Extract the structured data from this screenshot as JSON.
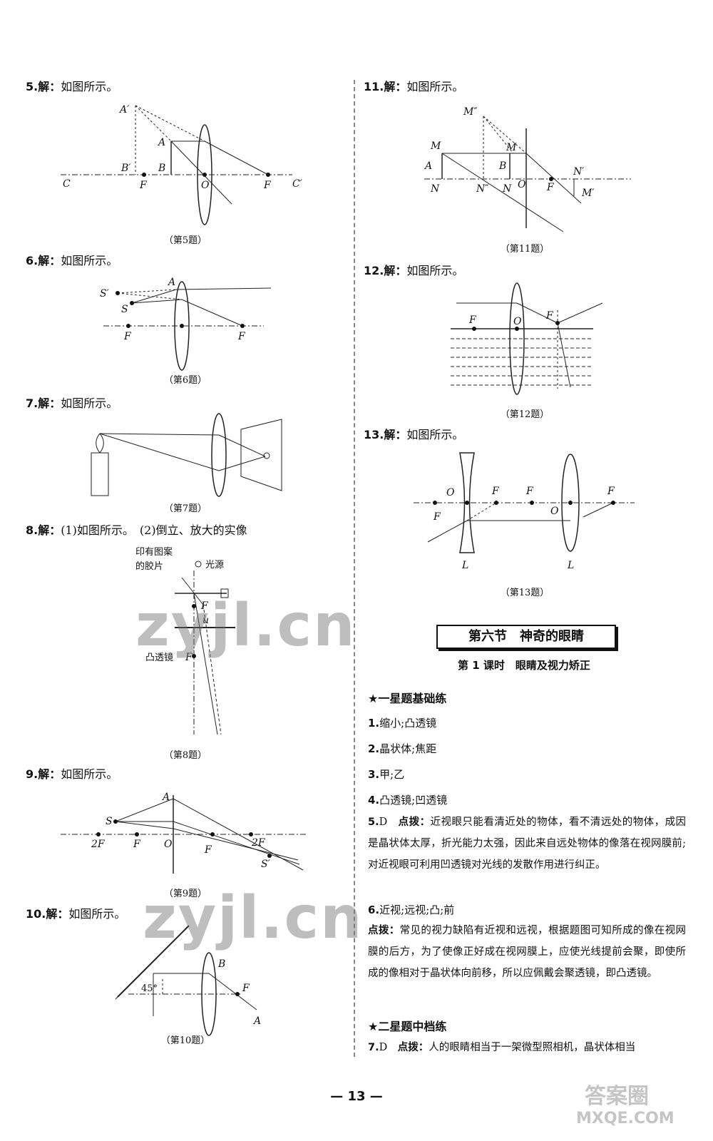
{
  "jie": "解：",
  "left": {
    "q5": {
      "num": "5.",
      "text": "如图所示。",
      "caption": "（第5题）",
      "labels": {
        "Ap": "A′",
        "A": "A",
        "Bp": "B′",
        "B": "B",
        "C": "C",
        "F1": "F",
        "O": "O",
        "F2": "F",
        "Cp": "C′"
      }
    },
    "q6": {
      "num": "6.",
      "text": "如图所示。",
      "caption": "（第6题）",
      "labels": {
        "Sp": "S′",
        "A": "A",
        "S": "S",
        "F1": "F",
        "F2": "F"
      }
    },
    "q7": {
      "num": "7.",
      "text": "如图所示。",
      "caption": "（第7题）"
    },
    "q8": {
      "num": "8.",
      "text": "(1)如图所示。　(2)倒立、放大的实像",
      "caption": "（第8题）",
      "labels": {
        "film1": "印有图案",
        "film2": "的胶片",
        "light": "光源",
        "F1": "F",
        "u": "u",
        "lens": "凸透镜",
        "F2": "F"
      }
    },
    "q9": {
      "num": "9.",
      "text": "如图所示。",
      "caption": "（第9题）",
      "labels": {
        "A": "A",
        "S": "S",
        "F2a": "2F",
        "F1": "F",
        "O": "O",
        "F2": "F",
        "F2b": "2F",
        "Sp": "S′"
      }
    },
    "q10": {
      "num": "10.",
      "text": "如图所示。",
      "caption": "（第10题）",
      "labels": {
        "B": "B",
        "F": "F",
        "A": "A",
        "angle": "45°"
      }
    }
  },
  "right": {
    "q11": {
      "num": "11.",
      "text": "如图所示。",
      "caption": "（第11题）",
      "labels": {
        "Mpp": "M″",
        "M": "M",
        "Mm": "M",
        "A": "A",
        "B": "B",
        "N": "N",
        "Npp": "N″",
        "N2": "N",
        "O": "O",
        "F": "F",
        "Np": "N′",
        "Mp": "M′"
      }
    },
    "q12": {
      "num": "12.",
      "text": "如图所示。",
      "caption": "（第12题）",
      "labels": {
        "F1": "F",
        "O": "O",
        "F2": "F"
      }
    },
    "q13": {
      "num": "13.",
      "text": "如图所示。",
      "caption": "（第13题）",
      "labels": {
        "O1": "O",
        "F1a": "F",
        "F2a": "F",
        "O2": "O",
        "F2b": "F",
        "F1b": "F",
        "L1": "L",
        "L2": "L"
      }
    },
    "section_title": "第六节　神奇的眼睛",
    "lesson_title": "第 1 课时　眼睛及视力矫正",
    "star1": "★一星题基础练",
    "answers": [
      {
        "num": "1.",
        "text": "缩小;凸透镜"
      },
      {
        "num": "2.",
        "text": "晶状体;焦距"
      },
      {
        "num": "3.",
        "text": "甲;乙"
      },
      {
        "num": "4.",
        "text": "凸透镜;凹透镜"
      }
    ],
    "a5": {
      "num": "5.",
      "opt": "D",
      "hint": "点拨：",
      "text": "近视眼只能看清近处的物体，看不清远处的物体，成因是晶状体太厚，折光能力太强，因此来自远处物体的像落在视网膜前;对近视眼可利用凹透镜对光线的发散作用进行纠正。"
    },
    "a6": {
      "num": "6.",
      "text": "近视;远视;凸;前",
      "hint": "点拨：",
      "text2": "常见的视力缺陷有近视和远视，根据题图可知所成的像在视网膜的后方，为了使像正好成在视网膜上，应使光线提前会聚，即使所成的像相对于晶状体向前移，所以应佩戴会聚透镜，即凸透镜。"
    },
    "star2": "★二星题中档练",
    "a7": {
      "num": "7.",
      "opt": "D",
      "hint": "点拨：",
      "text": "人的眼睛相当于一架微型照相机，晶状体相当"
    }
  },
  "page_number": "— 13 —",
  "watermarks": [
    "zyjl.cn",
    "zyjl.cn",
    "答案圈",
    "MXQE.COM"
  ]
}
